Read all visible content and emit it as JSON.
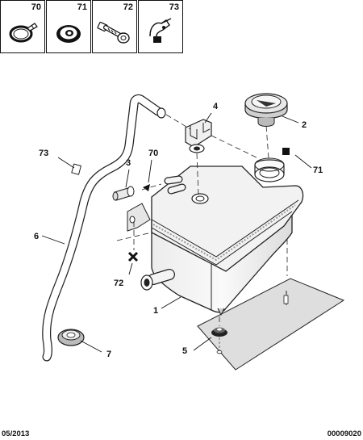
{
  "legend": [
    {
      "number": "70",
      "icon": "hose-clamp-icon"
    },
    {
      "number": "71",
      "icon": "grommet-icon"
    },
    {
      "number": "72",
      "icon": "bolt-washer-icon"
    },
    {
      "number": "73",
      "icon": "hose-clip-icon"
    }
  ],
  "callouts": {
    "c4": "4",
    "c2": "2",
    "c73": "73",
    "c70": "70",
    "c3": "3",
    "c71": "71",
    "c6": "6",
    "c72": "72",
    "c1": "1",
    "c5": "5",
    "c7": "7"
  },
  "footer": {
    "date": "05/2013",
    "reference": "00009020"
  }
}
